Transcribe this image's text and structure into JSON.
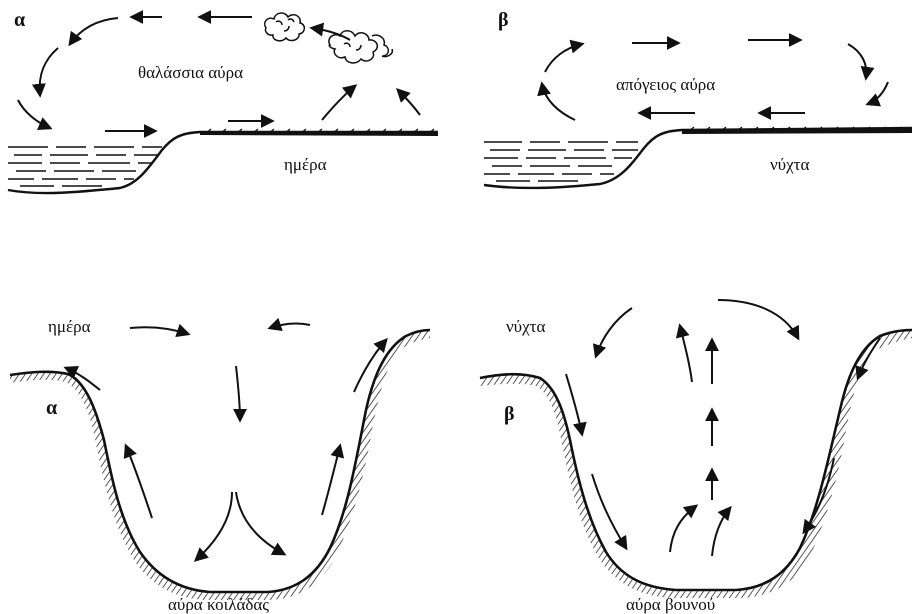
{
  "sea_breeze_day": {
    "letter": "α",
    "title": "θαλάσσια αύρα",
    "time": "ημέρα"
  },
  "land_breeze_night": {
    "letter": "β",
    "title": "απόγειος αύρα",
    "time": "νύχτα"
  },
  "valley_breeze_day": {
    "letter": "α",
    "time": "ημέρα",
    "caption": "αύρα κοιλάδας"
  },
  "mountain_breeze_night": {
    "letter": "β",
    "time": "νύχτα",
    "caption": "αύρα βουνού"
  }
}
